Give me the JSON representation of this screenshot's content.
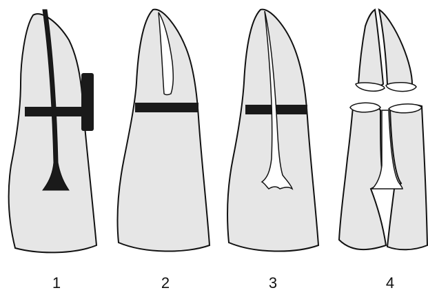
{
  "colors": {
    "tooth_fill": "#e6e6e6",
    "outline": "#111111",
    "band": "#1a1a1a",
    "background": "#ffffff"
  },
  "figures": [
    {
      "label": "1",
      "fracture_line": "filled",
      "cervical_band": "wide",
      "lateral_block": true,
      "separated": false
    },
    {
      "label": "2",
      "fracture_line": "hollow",
      "cervical_band": "narrow",
      "lateral_block": false,
      "separated": false
    },
    {
      "label": "3",
      "fracture_line": "hollow",
      "cervical_band": "narrow",
      "lateral_block": false,
      "separated": false
    },
    {
      "label": "4",
      "fracture_line": "hollow",
      "cervical_band": "none",
      "lateral_block": false,
      "separated": true
    }
  ]
}
